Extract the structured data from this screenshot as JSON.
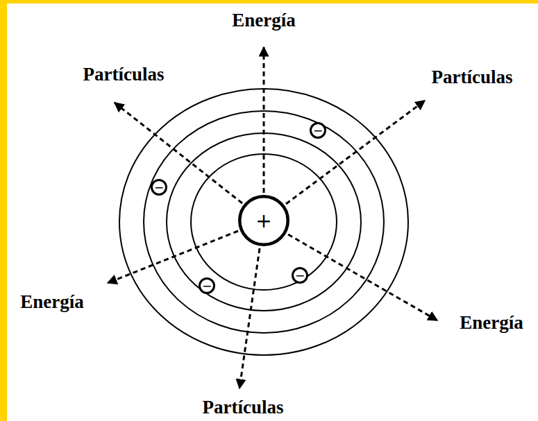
{
  "diagram": {
    "nodes": [
      {
        "text": [
          "+"
        ]
      },
      {
        "text": [
          "−"
        ]
      },
      {
        "text": [
          "−"
        ]
      },
      {
        "text": [
          "−"
        ]
      },
      {
        "text": [
          "−"
        ]
      }
    ],
    "labels": [
      "Energía",
      "Partículas",
      "Partículas",
      "Energía",
      "Energía",
      "Partículas"
    ]
  }
}
